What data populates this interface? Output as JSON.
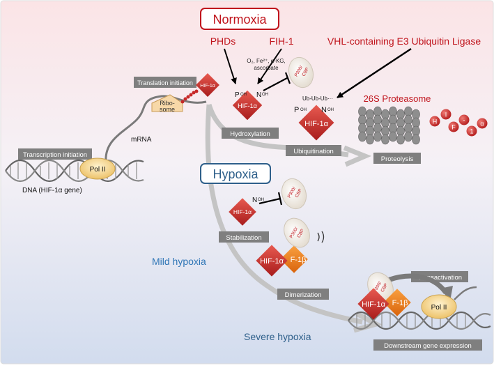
{
  "headings": {
    "normoxia": "Normoxia",
    "hypoxia": "Hypoxia",
    "mild_hypoxia": "Mild hypoxia",
    "severe_hypoxia": "Severe hypoxia"
  },
  "regulators": {
    "phds": "PHDs",
    "fih1": "FIH-1",
    "vhl": "VHL-containing E3 Ubiquitin Ligase",
    "proteasome": "26S Proteasome",
    "cofactors_line1": "O₂, Fe²⁺, α-KG,",
    "cofactors_line2": "ascorbate"
  },
  "labels": {
    "translation_initiation": "Translation initiation",
    "transcription_initiation": "Transcription initiation",
    "hydroxylation": "Hydroxylation",
    "ubiquitination": "Ubiquitination",
    "proteolysis": "Proteolysis",
    "stabilization": "Stabilization",
    "dimerization": "Dimerization",
    "transactivation": "Transactivation",
    "downstream": "Downstream gene expression"
  },
  "molecules": {
    "hif1a": "HIF-1α",
    "hif1b_fragment": "F-1β",
    "ribosome_line1": "Ribo-",
    "ribosome_line2": "some",
    "pol2": "Pol II",
    "p300_line1": "P300/",
    "p300_line2": "CBP",
    "mrna": "mRNA",
    "dna": "DNA (HIF-1α gene)",
    "poh": "P",
    "noh": "N",
    "oh": "OH",
    "ub_chain": "Ub-Ub-Ub···"
  },
  "fragments": [
    "H",
    "I",
    "F",
    "-",
    "1",
    "α"
  ],
  "colors": {
    "red_title": "#c0141c",
    "blue_title": "#2e5f8a",
    "label_box": "#7f7f7f",
    "hif1a": "#c62828",
    "hif1b": "#ef7d1a",
    "pol2": "#f5d98a",
    "arrow_gray": "#bdbdbd"
  }
}
